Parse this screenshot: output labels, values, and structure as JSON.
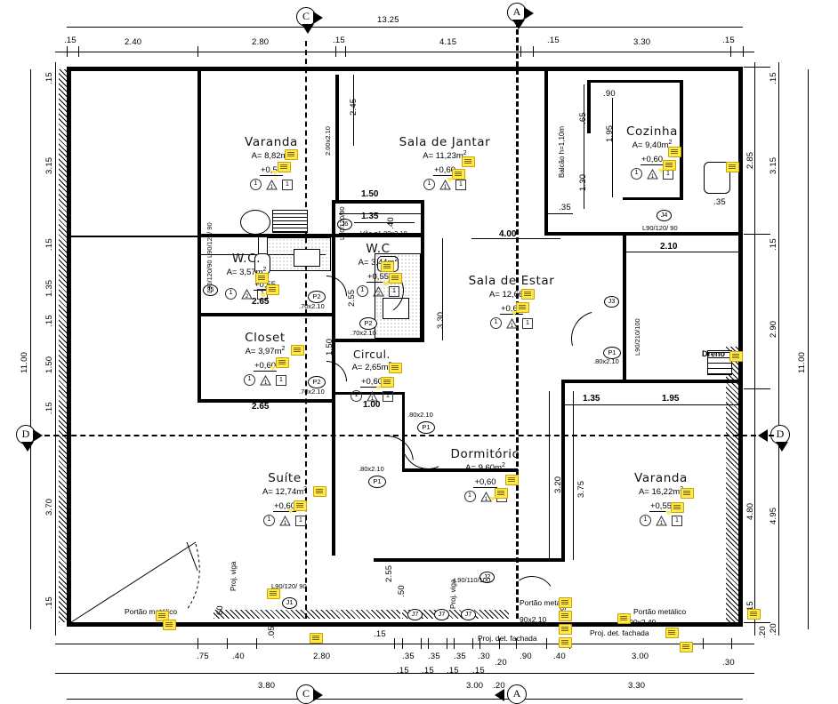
{
  "drawing": {
    "type": "architectural-floor-plan",
    "overall_width": "13.25",
    "overall_height": "11.00"
  },
  "rooms": [
    {
      "name": "Varanda",
      "area": "A= 8,82m",
      "unit": "2",
      "level": "+0,55",
      "symbols": [
        "1",
        "1",
        "1"
      ]
    },
    {
      "name": "Sala de Jantar",
      "area": "A= 11,23m",
      "unit": "2",
      "level": "+0,60",
      "symbols": [
        "1",
        "1",
        "1"
      ]
    },
    {
      "name": "Cozinha",
      "area": "A= 9,40m",
      "unit": "2",
      "level": "+0,60",
      "symbols": [
        "1",
        "1",
        "1"
      ]
    },
    {
      "name": "W.C.",
      "area": "A= 3,57m",
      "unit": "2",
      "level": "+0,55",
      "symbols": [
        "1",
        "2",
        "1"
      ]
    },
    {
      "name": "W.C",
      "area": "A= 3,44m",
      "unit": "2",
      "level": "+0,55",
      "symbols": [
        "1",
        "2",
        "1"
      ]
    },
    {
      "name": "Sala de Estar",
      "area": "A= 12,66m",
      "unit": "2",
      "level": "+0,60",
      "symbols": [
        "1",
        "1",
        "1"
      ]
    },
    {
      "name": "Closet",
      "area": "A= 3,97m",
      "unit": "2",
      "level": "+0,60",
      "symbols": [
        "1",
        "1",
        "1"
      ]
    },
    {
      "name": "Circul.",
      "area": "A= 2,65m",
      "unit": "2",
      "level": "+0,60",
      "symbols": [
        "1",
        "1",
        "1"
      ]
    },
    {
      "name": "Suíte",
      "area": "A= 12,74m",
      "unit": "2",
      "level": "+0,60",
      "symbols": [
        "1",
        "1",
        "1"
      ]
    },
    {
      "name": "Dormitório",
      "area": "A= 9,60m",
      "unit": "2",
      "level": "+0,60",
      "symbols": [
        "1",
        "1",
        "1"
      ]
    },
    {
      "name": "Varanda",
      "area": "A= 16,22m",
      "unit": "2",
      "level": "+0,55",
      "symbols": [
        "1",
        "1",
        "1"
      ]
    }
  ],
  "dims": {
    "top_total": "13.25",
    "top_chain": [
      ".15",
      "2.40",
      "2.80",
      ".15",
      "4.15",
      ".15",
      "3.30",
      ".15"
    ],
    "left_total": "11.00",
    "left_chain": [
      ".15",
      "3.15",
      ".15",
      "1.35",
      ".15",
      "1.50",
      ".15",
      "3.70",
      ".15"
    ],
    "right_total": "11.00",
    "right_outer": [
      ".15",
      "3.15",
      ".15",
      "2.90",
      "4.95",
      ".20"
    ],
    "right_inner": [
      "2.85",
      "4.80",
      ".15"
    ],
    "bottom_row1": [
      ".75",
      ".40",
      "2.80",
      ".35",
      ".35",
      ".35",
      ".30",
      ".20",
      ".90",
      ".40",
      "3.00",
      ".30"
    ],
    "bottom_row2": [
      "3.80",
      ".15",
      ".15",
      ".15",
      ".15",
      "3.00",
      ".20",
      "3.30"
    ],
    "bottom_total_left": "3.80",
    "bottom_total_right": "3.30",
    "interior": [
      "2.45",
      "1.50",
      "1.35",
      "2.65",
      "1.50",
      "1.00",
      "2.65",
      "4.00",
      "2.10",
      "1.35",
      "1.95",
      ".40",
      ".65",
      "1.30",
      "1.95",
      ".90",
      ".35",
      ".35",
      "3.30",
      "2.55",
      "3.20",
      "3.75",
      ".50",
      ".60",
      ".05",
      ".90",
      ".15",
      ".20"
    ]
  },
  "tags": {
    "doors": [
      {
        "id": "P2",
        "size": ".70x2.10"
      },
      {
        "id": "P1",
        "size": ".80x2.10"
      }
    ],
    "windows": [
      "L90/120/ 90",
      "L90/210/100",
      "L90/110/100",
      "L90/120/90"
    ],
    "markers": [
      "J1",
      "J2",
      "J3",
      "J4",
      "J5",
      "J6",
      "J7"
    ],
    "axes": [
      "A",
      "C",
      "D"
    ]
  },
  "labels": {
    "balcao": "Balcão h=1,10m",
    "vao": "Vão =1,00x2,10",
    "dreno": "Dreno",
    "portao_metalico": "Portão metálico",
    "portao_size_small": "90x2.10",
    "portao_size_large": "3.00x2.40",
    "proj_det_fachada": "Proj. det. fachada",
    "proj_viga": "Proj. viga"
  },
  "colors": {
    "note_fill": "#ffe94a",
    "note_border": "#c9a400",
    "line": "#000000"
  }
}
